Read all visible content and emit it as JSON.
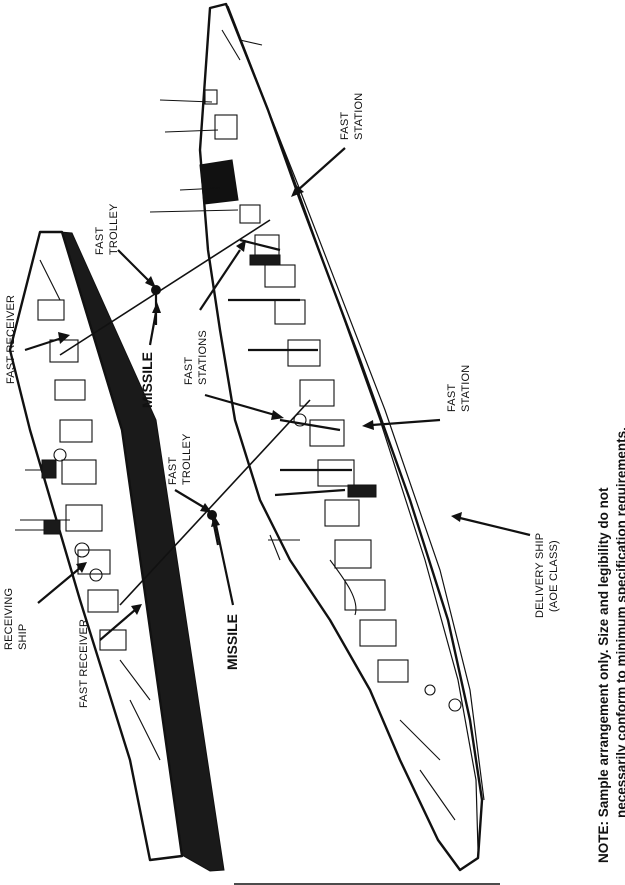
{
  "labels": {
    "fast_receiver_top": "FAST RECEIVER",
    "fast_receiver_bottom": "FAST RECEIVER",
    "receiving_ship_line1": "RECEIVING",
    "receiving_ship_line2": "SHIP",
    "fast_trolley_top_line1": "FAST",
    "fast_trolley_top_line2": "TROLLEY",
    "fast_trolley_bottom_line1": "FAST",
    "fast_trolley_bottom_line2": "TROLLEY",
    "missile_top": "MISSILE",
    "missile_bottom": "MISSILE",
    "fast_stations_line1": "FAST",
    "fast_stations_line2": "STATIONS",
    "fast_station_top_line1": "FAST",
    "fast_station_top_line2": "STATION",
    "fast_station_bottom_line1": "FAST",
    "fast_station_bottom_line2": "STATION",
    "delivery_ship_line1": "DELIVERY SHIP",
    "delivery_ship_line2": "(AOE CLASS)"
  },
  "note": {
    "line1": "NOTE:  Sample arrangement only.  Size and legibility do not",
    "line2": "necessarily conform to minimum specification requirements."
  }
}
